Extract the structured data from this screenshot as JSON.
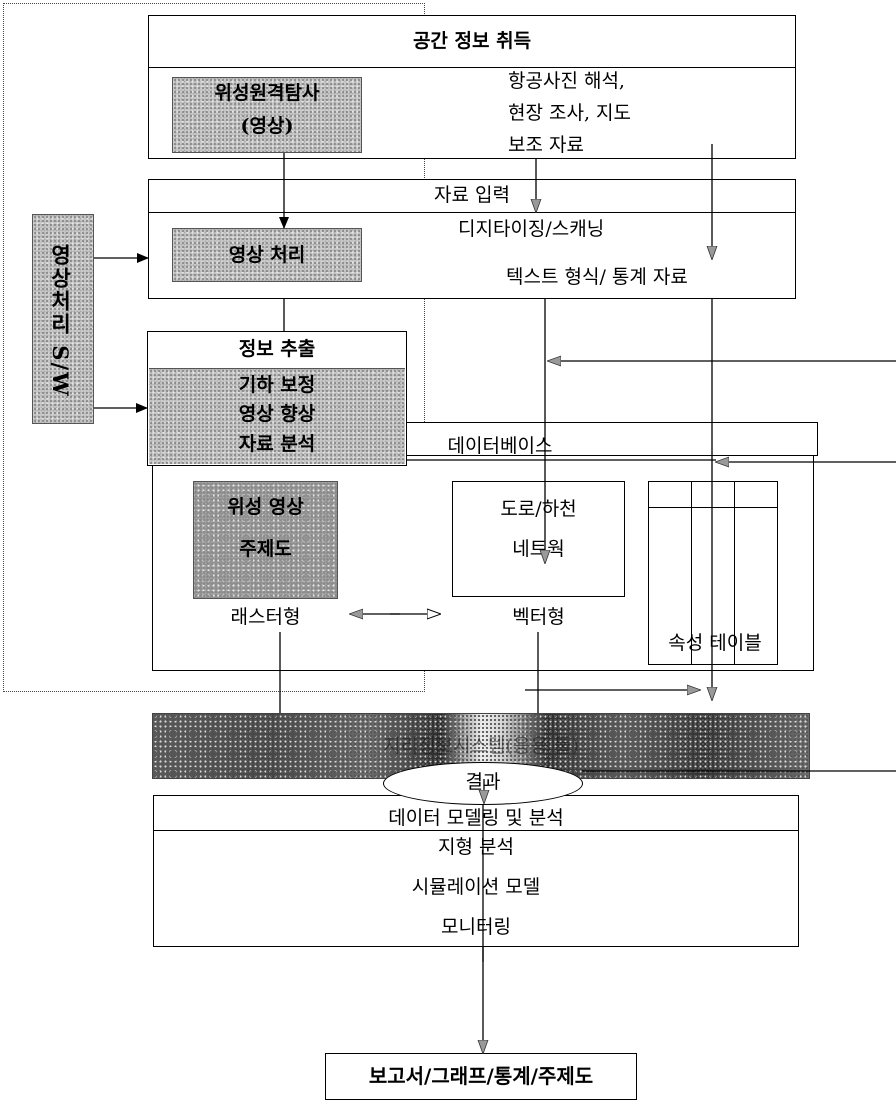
{
  "acquisition": {
    "title": "공간 정보 취득",
    "satellite_line1": "위성원격탐사",
    "satellite_line2": "(영상)",
    "aux_line1": "항공사진 해석,",
    "aux_line2": "현장 조사, 지도",
    "aux_line3": "보조 자료"
  },
  "input": {
    "title": "자료 입력",
    "digitizing": "디지타이징/스캐닝",
    "text_stats": "텍스트 형식/ 통계 자료",
    "image_processing": "영상 처리"
  },
  "software": {
    "label": "영상처리 S/W"
  },
  "extraction": {
    "title": "정보 추출",
    "line1": "기하 보정",
    "line2": "영상 향상",
    "line3": "자료 분석"
  },
  "database": {
    "title": "데이터베이스",
    "raster_line1": "위성 영상",
    "raster_line2": "주제도",
    "raster_label": "래스터형",
    "vector_line1": "도로/하천",
    "vector_line2": "네트웍",
    "vector_label": "벡터형",
    "attribute_label": "속성 테이블"
  },
  "gis_band": {
    "label": "지리정보시스템(응용 툴)"
  },
  "modeling": {
    "title": "데이터 모델링 및 분석",
    "line1": "지형 분석",
    "line2": "시뮬레이션 모델",
    "line3": "모니터링"
  },
  "result": {
    "label": "결과"
  },
  "report": {
    "label": "보고서/그래프/통계/주제도"
  }
}
